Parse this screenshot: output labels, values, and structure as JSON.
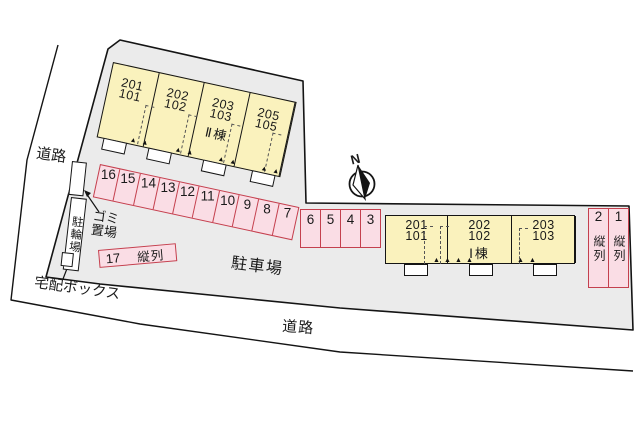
{
  "labels": {
    "road_left": "道路",
    "road_bottom": "道路",
    "parking_lot": "駐車場",
    "garbage_line1": "ゴミ",
    "garbage_line2": "置場",
    "bicycle": "駐輪場",
    "delivery_box": "宅配ボックス",
    "compass_north": "N"
  },
  "buildings": [
    {
      "name": "Ⅱ棟",
      "units": [
        {
          "upper": "201",
          "lower": "101"
        },
        {
          "upper": "202",
          "lower": "102"
        },
        {
          "upper": "203",
          "lower": "103"
        },
        {
          "upper": "205",
          "lower": "105"
        }
      ]
    },
    {
      "name": "Ⅰ棟",
      "units": [
        {
          "upper": "201",
          "lower": "101"
        },
        {
          "upper": "202",
          "lower": "102"
        },
        {
          "upper": "203",
          "lower": "103"
        }
      ]
    }
  ],
  "parking": {
    "upper_row": [
      "16",
      "15",
      "14",
      "13",
      "12",
      "11",
      "10",
      "9",
      "8",
      "7"
    ],
    "middle_row": [
      "6",
      "5",
      "4",
      "3"
    ],
    "tandem_right": [
      {
        "num": "2",
        "label": "縦列"
      },
      {
        "num": "1",
        "label": "縦列"
      }
    ],
    "space_17": {
      "num": "17",
      "label": "縦列"
    }
  },
  "colors": {
    "site_fill": "#ebebeb",
    "building_fill": "#faf2bd",
    "parking_fill": "#fadde5",
    "parking_border": "#c4404e"
  }
}
